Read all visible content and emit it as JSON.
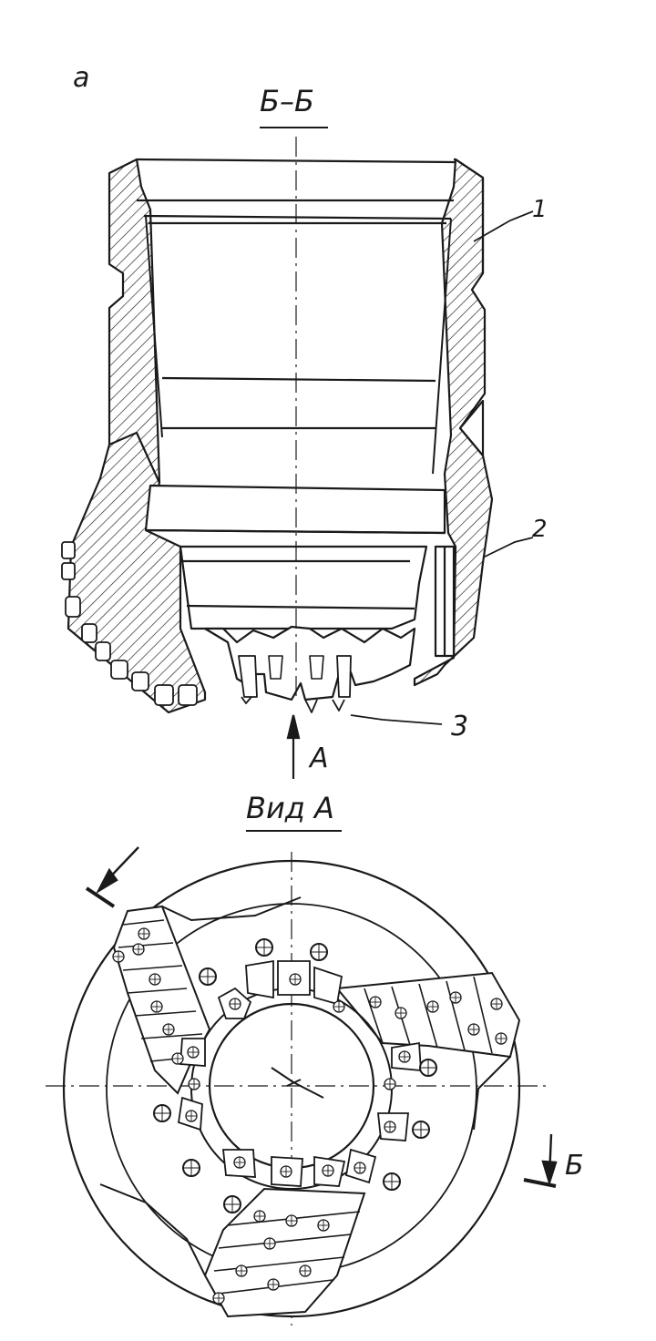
{
  "figure": {
    "panel_label": "а",
    "section_title": "Б–Б",
    "view_title": "Вид А",
    "arrow_label": "А",
    "section_marker": "Б"
  },
  "callouts": [
    {
      "number": "1"
    },
    {
      "number": "2"
    },
    {
      "number": "3"
    }
  ],
  "colors": {
    "ink": "#1a1a1a",
    "paper": "#ffffff"
  }
}
